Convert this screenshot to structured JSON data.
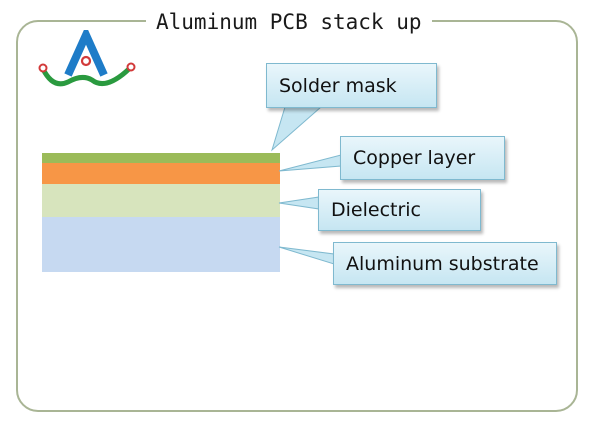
{
  "title": "Aluminum PCB stack up",
  "logo": {
    "icon": "company-logo-icon"
  },
  "colors": {
    "frame": "#a9b595",
    "solder_mask": "#9bbb59",
    "copper_layer": "#f79646",
    "dielectric": "#d7e4bd",
    "aluminum_substrate": "#c6d9f1",
    "callout_fill": "#d2ecf6",
    "callout_border": "#7fb9cf"
  },
  "layers": [
    {
      "label": "Solder mask"
    },
    {
      "label": "Copper layer"
    },
    {
      "label": "Dielectric"
    },
    {
      "label": "Aluminum substrate"
    }
  ]
}
